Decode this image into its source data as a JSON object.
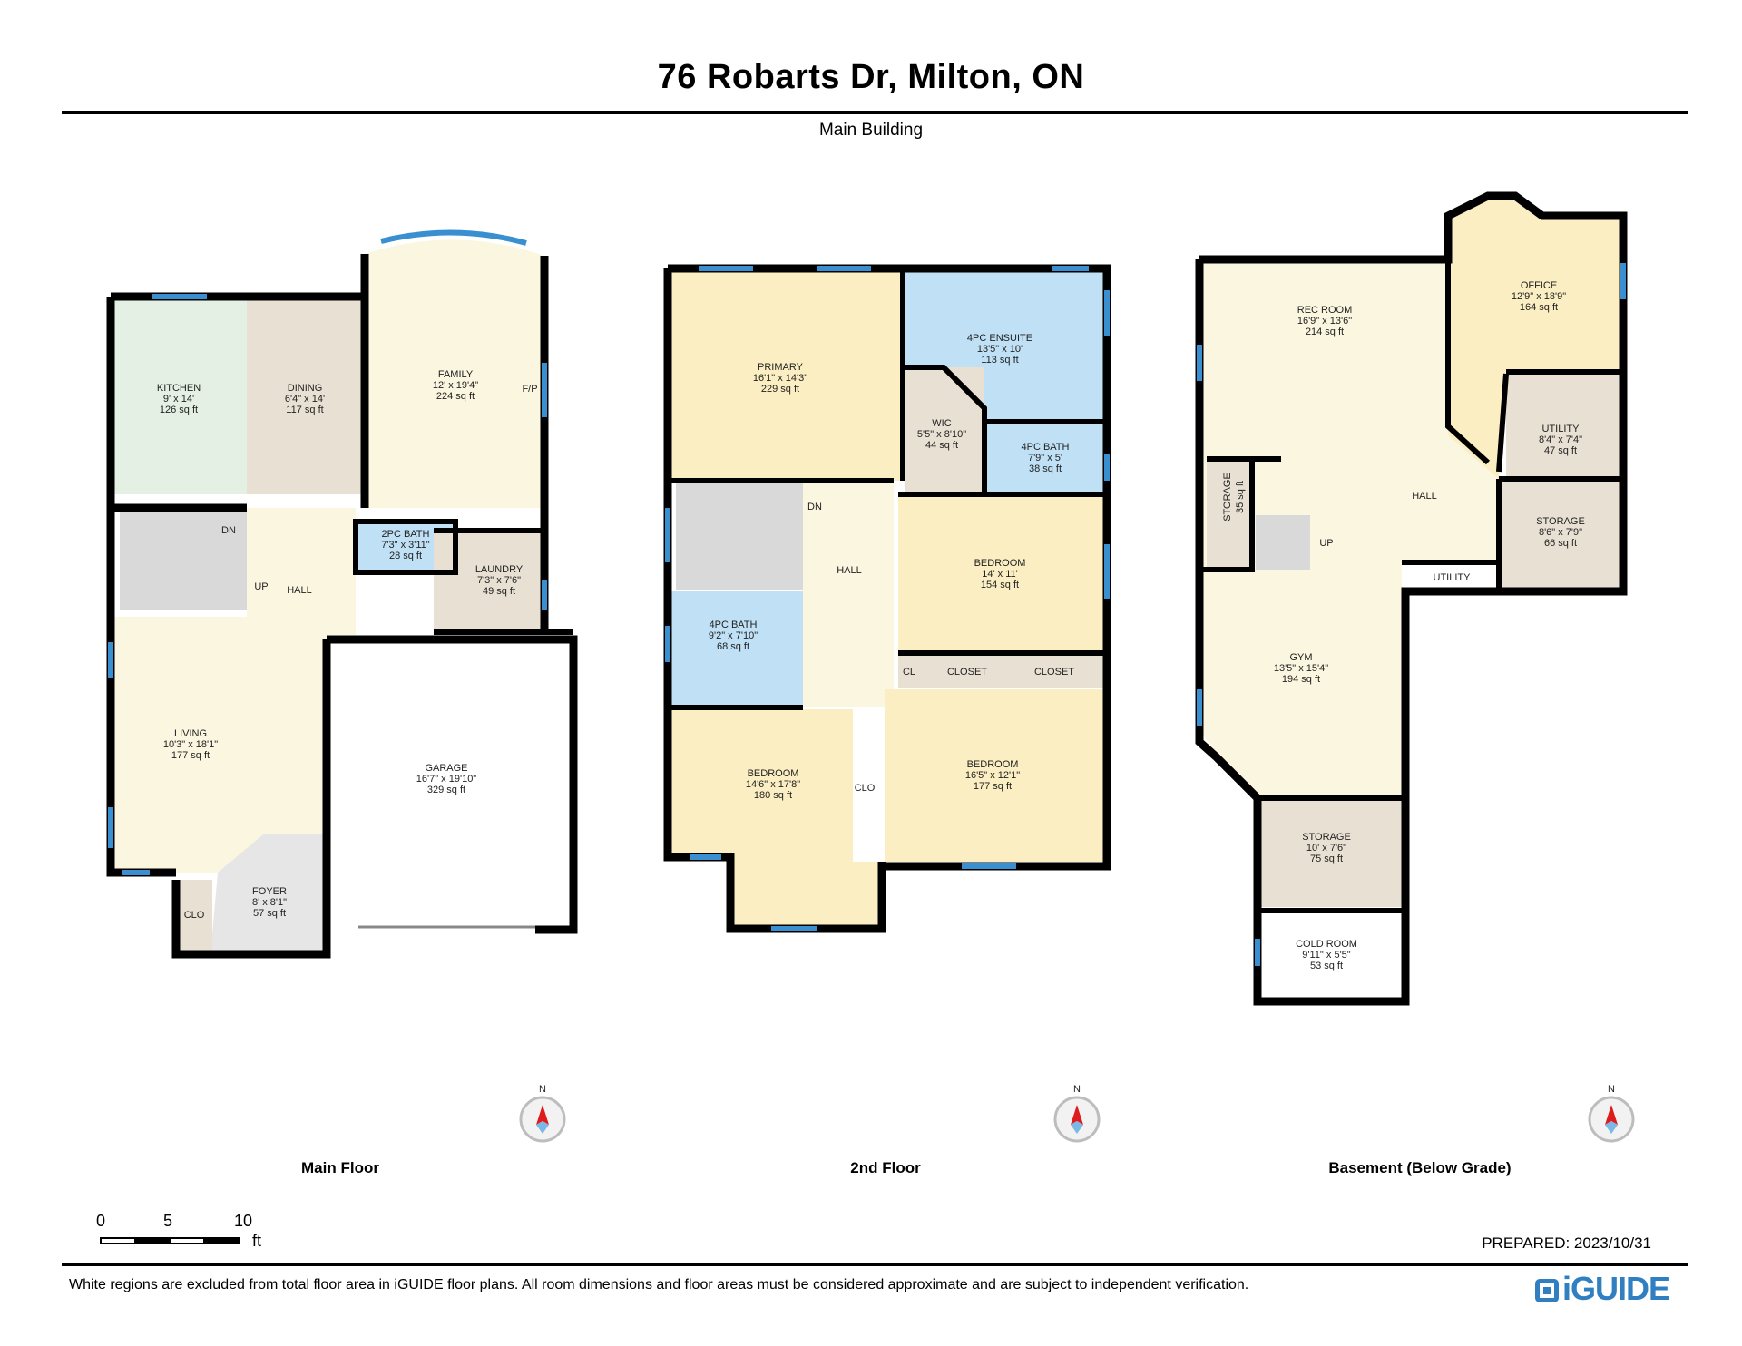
{
  "header": {
    "title": "76 Robarts Dr, Milton, ON",
    "subtitle": "Main Building"
  },
  "floors": [
    {
      "name": "Main Floor",
      "rooms": [
        {
          "name": "KITCHEN",
          "dims": "9' x 14'",
          "area": "126 sq ft"
        },
        {
          "name": "DINING",
          "dims": "6'4\" x 14'",
          "area": "117 sq ft"
        },
        {
          "name": "FAMILY",
          "dims": "12' x 19'4\"",
          "area": "224 sq ft"
        },
        {
          "name": "2PC BATH",
          "dims": "7'3\" x 3'11\"",
          "area": "28 sq ft"
        },
        {
          "name": "LAUNDRY",
          "dims": "7'3\" x 7'6\"",
          "area": "49 sq ft"
        },
        {
          "name": "LIVING",
          "dims": "10'3\" x 18'1\"",
          "area": "177 sq ft"
        },
        {
          "name": "GARAGE",
          "dims": "16'7\" x 19'10\"",
          "area": "329 sq ft"
        },
        {
          "name": "FOYER",
          "dims": "8' x 8'1\"",
          "area": "57 sq ft"
        }
      ],
      "labels": [
        "HALL",
        "DN",
        "UP",
        "F/P",
        "CLO"
      ]
    },
    {
      "name": "2nd Floor",
      "rooms": [
        {
          "name": "PRIMARY",
          "dims": "16'1\" x 14'3\"",
          "area": "229 sq ft"
        },
        {
          "name": "4PC ENSUITE",
          "dims": "13'5\" x 10'",
          "area": "113 sq ft"
        },
        {
          "name": "WIC",
          "dims": "5'5\" x 8'10\"",
          "area": "44 sq ft"
        },
        {
          "name": "4PC BATH",
          "dims": "7'9\" x 5'",
          "area": "38 sq ft"
        },
        {
          "name": "BEDROOM",
          "dims": "14' x 11'",
          "area": "154 sq ft"
        },
        {
          "name": "4PC BATH",
          "dims": "9'2\" x 7'10\"",
          "area": "68 sq ft"
        },
        {
          "name": "BEDROOM",
          "dims": "14'6\" x 17'8\"",
          "area": "180 sq ft"
        },
        {
          "name": "BEDROOM",
          "dims": "16'5\" x 12'1\"",
          "area": "177 sq ft"
        }
      ],
      "labels": [
        "HALL",
        "DN",
        "CL",
        "CLOSET",
        "CLOSET",
        "CLO"
      ]
    },
    {
      "name": "Basement (Below Grade)",
      "rooms": [
        {
          "name": "REC ROOM",
          "dims": "16'9\" x 13'6\"",
          "area": "214 sq ft"
        },
        {
          "name": "OFFICE",
          "dims": "12'9\" x 18'9\"",
          "area": "164 sq ft"
        },
        {
          "name": "UTILITY",
          "dims": "8'4\" x 7'4\"",
          "area": "47 sq ft"
        },
        {
          "name": "STORAGE",
          "dims": "8'6\" x 7'9\"",
          "area": "66 sq ft"
        },
        {
          "name": "GYM",
          "dims": "13'5\" x 15'4\"",
          "area": "194 sq ft"
        },
        {
          "name": "STORAGE",
          "dims": "10' x 7'6\"",
          "area": "75 sq ft"
        },
        {
          "name": "COLD ROOM",
          "dims": "9'11\" x 5'5\"",
          "area": "53 sq ft"
        }
      ],
      "labels": [
        "HALL",
        "UP",
        "UTILITY",
        "STORAGE",
        "35 sq ft"
      ]
    }
  ],
  "compass": {
    "north": "N"
  },
  "scale": {
    "ticks": [
      "0",
      "5",
      "10"
    ],
    "unit": "ft"
  },
  "footer": {
    "prepared": "PREPARED: 2023/10/31",
    "disclaimer": "White regions are excluded from total floor area in iGUIDE floor plans. All room dimensions and floor areas must be considered approximate and are subject to independent verification.",
    "logo": "iGUIDE"
  },
  "colors": {
    "wall": "#000000",
    "window": "#3a8fd0",
    "living": "#fbf6e0",
    "bedroom": "#fbeec2",
    "bath": "#bfe0f5",
    "utility": "#e8e0d3",
    "kitchen": "#e5f0e5",
    "stairs": "#d9d9d9",
    "compass_red": "#e01b1b"
  }
}
